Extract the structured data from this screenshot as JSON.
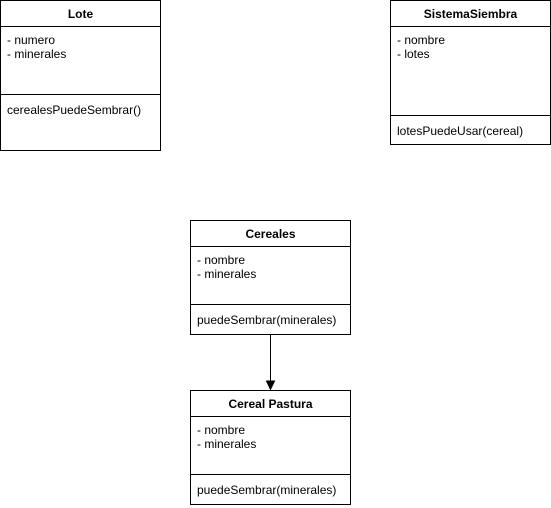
{
  "classes": {
    "lote": {
      "name": "Lote",
      "attributes": [
        "- numero",
        "- minerales"
      ],
      "methods": [
        "cerealesPuedeSembrar()"
      ]
    },
    "sistema_siembra": {
      "name": "SistemaSiembra",
      "attributes": [
        "- nombre",
        "- lotes"
      ],
      "methods": [
        "lotesPuedeUsar(cereal)"
      ]
    },
    "cereales": {
      "name": "Cereales",
      "attributes": [
        "- nombre",
        "- minerales"
      ],
      "methods": [
        "puedeSembrar(minerales)"
      ]
    },
    "cereal_pastura": {
      "name": "Cereal Pastura",
      "attributes": [
        "- nombre",
        "- minerales"
      ],
      "methods": [
        "puedeSembrar(minerales)"
      ]
    }
  },
  "relations": [
    {
      "from": "Cereales",
      "to": "Cereal Pastura",
      "kind": "arrow"
    }
  ],
  "colors": {
    "stroke": "#000000",
    "fill": "#ffffff"
  }
}
